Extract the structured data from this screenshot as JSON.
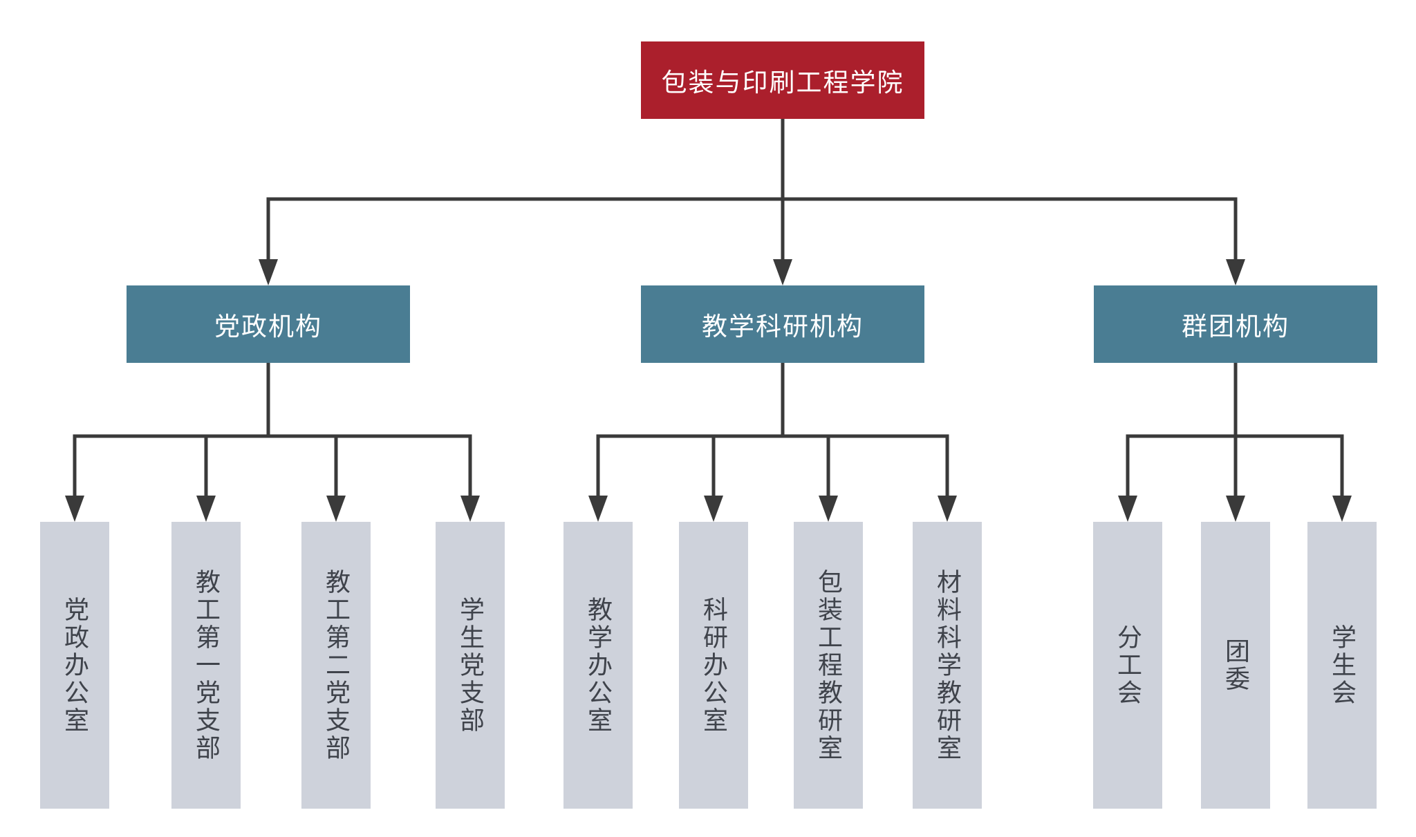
{
  "meta": {
    "diagram_type": "org-chart"
  },
  "palette": {
    "root_bg": "#AB1F2C",
    "branch_bg": "#4A7D93",
    "leaf_bg": "#CED2DB",
    "line_color": "#3A3A3A",
    "root_text": "#FFFFFF",
    "branch_text": "#FFFFFF",
    "leaf_text": "#3F434B",
    "page_bg": "#FFFFFF"
  },
  "chart": {
    "root": {
      "label": "包装与印刷工程学院"
    },
    "groups": [
      {
        "label": "党政机构",
        "children": [
          {
            "label": "党政办公室"
          },
          {
            "label": "教工第一党支部"
          },
          {
            "label": "教工第二党支部"
          },
          {
            "label": "学生党支部"
          }
        ]
      },
      {
        "label": "教学科研机构",
        "children": [
          {
            "label": "教学办公室"
          },
          {
            "label": "科研办公室"
          },
          {
            "label": "包装工程教研室"
          },
          {
            "label": "材料科学教研室"
          }
        ]
      },
      {
        "label": "群团机构",
        "children": [
          {
            "label": "分工会"
          },
          {
            "label": "团委"
          },
          {
            "label": "学生会"
          }
        ]
      }
    ]
  }
}
